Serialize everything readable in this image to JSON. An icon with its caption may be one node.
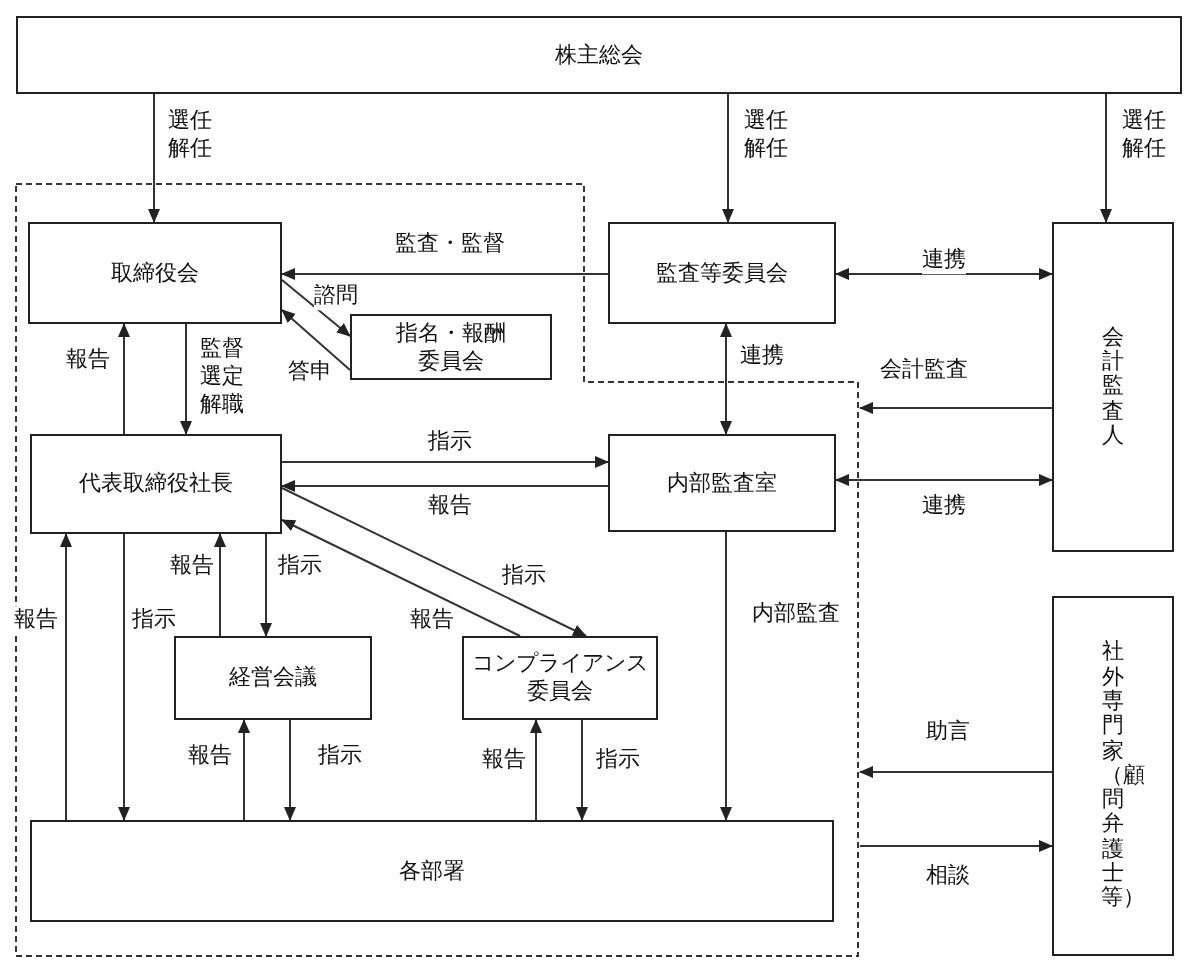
{
  "diagram": {
    "nodes": [
      {
        "text": [
          "株主総会"
        ]
      },
      {
        "text": [],
        "shape": "box"
      },
      {
        "text": [
          "取締役会"
        ],
        "in": 1
      },
      {
        "text": [
          "指名・報酬委員会"
        ],
        "in": 1
      },
      {
        "text": [
          "監査等委員会"
        ]
      },
      {
        "text": [
          "会計監査人"
        ]
      },
      {
        "text": [
          "代表取締役社長"
        ],
        "in": 1
      },
      {
        "text": [
          "内部監査室"
        ],
        "in": 1
      },
      {
        "text": [
          "経営会議"
        ],
        "in": 1
      },
      {
        "text": [
          "コンプライアンス委員会"
        ],
        "in": 1
      },
      {
        "text": [
          "各部署"
        ],
        "in": 1
      },
      {
        "text": [
          "社外専門家（顧問弁護士等）"
        ]
      }
    ],
    "edges": [
      {
        "from": 0,
        "to": 2,
        "arrow": "to",
        "label": "選任解任"
      },
      {
        "from": 0,
        "to": 4,
        "arrow": "to",
        "label": "選任解任"
      },
      {
        "from": 0,
        "to": 5,
        "arrow": "to",
        "label": "選任解任"
      },
      {
        "from": 4,
        "to": 2,
        "arrow": "to",
        "label": "監査・監督"
      },
      {
        "from": 4,
        "to": 5,
        "arrow": "both",
        "label": "連携"
      },
      {
        "from": 2,
        "to": 3,
        "arrow": "to",
        "label": "諮問"
      },
      {
        "from": 3,
        "to": 2,
        "arrow": "to",
        "label": "答申"
      },
      {
        "from": 6,
        "to": 2,
        "arrow": "to",
        "label": "報告"
      },
      {
        "from": 2,
        "to": 6,
        "arrow": "to",
        "label": "監督選定解職"
      },
      {
        "from": 6,
        "to": 7,
        "arrow": "to",
        "label": "指示"
      },
      {
        "from": 7,
        "to": 6,
        "arrow": "to",
        "label": "報告"
      },
      {
        "from": 4,
        "to": 7,
        "arrow": "both",
        "label": "連携"
      },
      {
        "from": 5,
        "to": 1,
        "arrow": "to",
        "label": "会計監査"
      },
      {
        "from": 7,
        "to": 5,
        "arrow": "both",
        "label": "連携"
      },
      {
        "from": 6,
        "to": 9,
        "arrow": "to",
        "label": "指示"
      },
      {
        "from": 9,
        "to": 6,
        "arrow": "to",
        "label": "報告"
      },
      {
        "from": 10,
        "to": 6,
        "arrow": "to",
        "label": "報告"
      },
      {
        "from": 6,
        "to": 10,
        "arrow": "to",
        "label": "指示"
      },
      {
        "from": 8,
        "to": 6,
        "arrow": "to",
        "label": "報告"
      },
      {
        "from": 6,
        "to": 8,
        "arrow": "to",
        "label": "指示"
      },
      {
        "from": 10,
        "to": 8,
        "arrow": "to",
        "label": "報告"
      },
      {
        "from": 8,
        "to": 10,
        "arrow": "to",
        "label": "指示"
      },
      {
        "from": 10,
        "to": 9,
        "arrow": "to",
        "label": "報告"
      },
      {
        "from": 9,
        "to": 10,
        "arrow": "to",
        "label": "指示"
      },
      {
        "from": 7,
        "to": 10,
        "arrow": "to",
        "label": "内部監査"
      },
      {
        "from": 11,
        "to": 1,
        "arrow": "to",
        "label": "助言"
      },
      {
        "from": 1,
        "to": 11,
        "arrow": "to",
        "label": "相談"
      }
    ]
  }
}
